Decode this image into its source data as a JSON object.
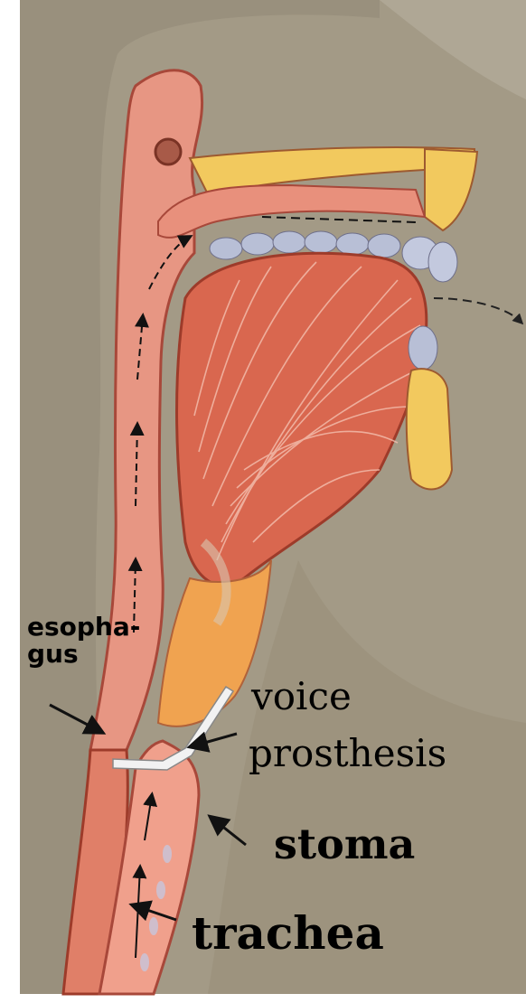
{
  "labels": {
    "esophagus_line1": "esopha-",
    "esophagus_line2": "gus",
    "voice_line1": "voice",
    "voice_line2": "prosthesis",
    "stoma": "stoma",
    "trachea": "trachea"
  },
  "colors": {
    "background": "#a39a86",
    "skin_shadow": "#8f8674",
    "tissue": "#e79683",
    "tissue_dark": "#b94f3c",
    "tongue": "#d9674f",
    "bone": "#f2c95e",
    "teeth": "#b8bfd6",
    "prosthesis": "#f2f2f2",
    "trachea": "#f0a08c"
  }
}
